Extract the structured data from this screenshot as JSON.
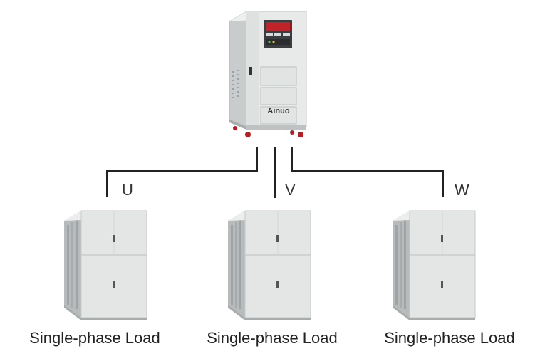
{
  "source": {
    "brand_label": "Ainuo"
  },
  "phases": [
    {
      "label": "U"
    },
    {
      "label": "V"
    },
    {
      "label": "W"
    }
  ],
  "loads": [
    {
      "caption": "Single-phase Load"
    },
    {
      "caption": "Single-phase Load"
    },
    {
      "caption": "Single-phase Load"
    }
  ],
  "colors": {
    "wire": "#222222",
    "cabinet_light": "#e4e6e6",
    "cabinet_shadow": "#aeb2b3",
    "panel_red": "#c0242b",
    "wheel_red": "#b81d24"
  }
}
